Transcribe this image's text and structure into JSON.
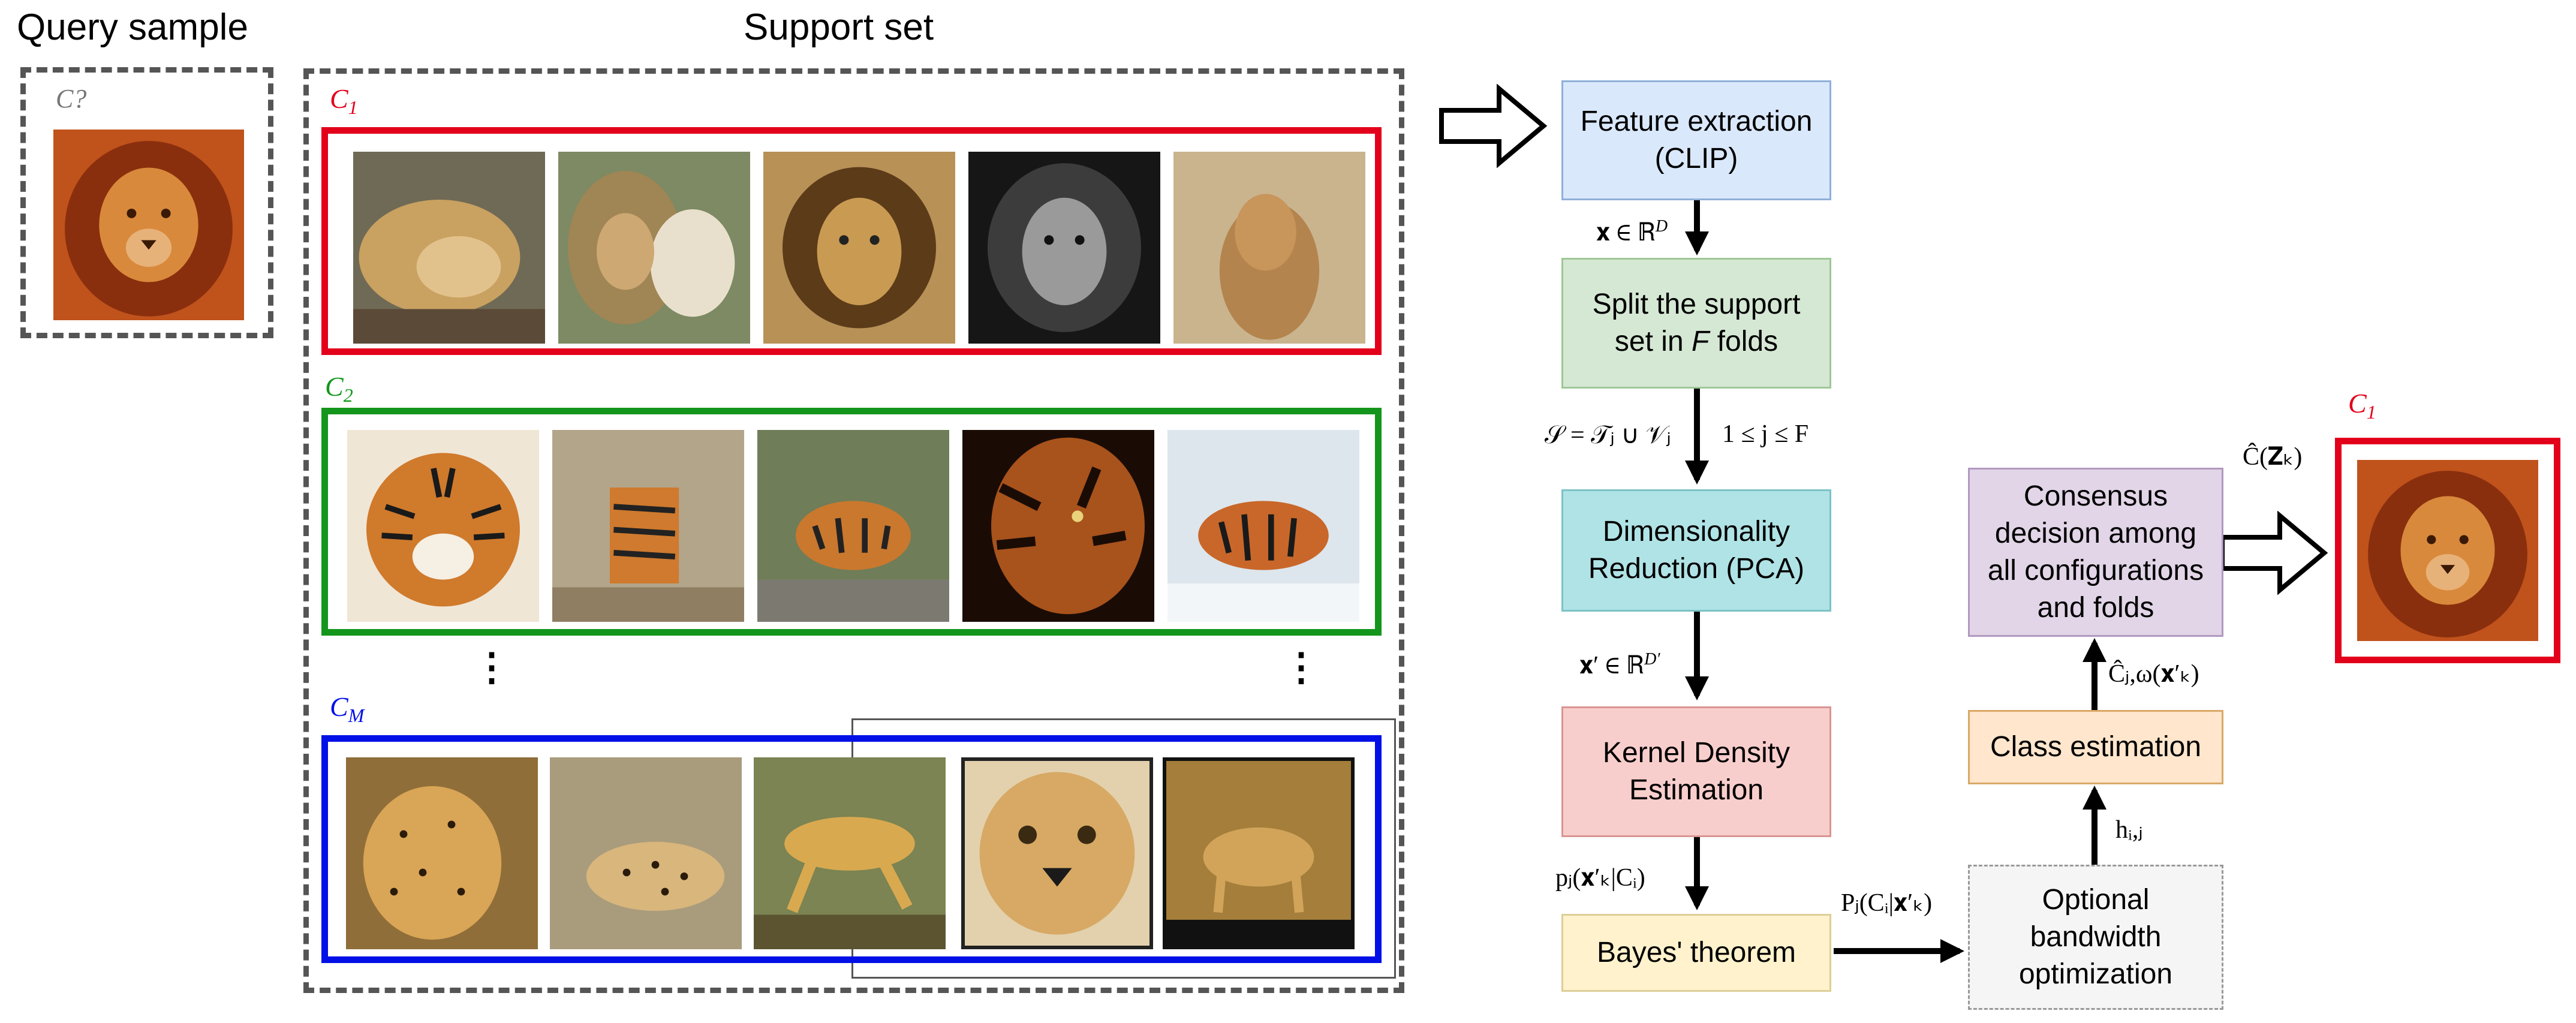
{
  "query": {
    "title": "Query sample",
    "label": "C?"
  },
  "support": {
    "title": "Support set",
    "rows": [
      {
        "label_main": "C",
        "label_sub": "1",
        "color": "#e3001b",
        "subjects": [
          "lion-sleeping",
          "lion-pair",
          "lion-roaring",
          "lion-bw",
          "lioness"
        ]
      },
      {
        "label_main": "C",
        "label_sub": "2",
        "color": "#13961b",
        "subjects": [
          "tiger-face",
          "tiger-cubs",
          "tiger-rocks",
          "tiger-closeup",
          "tiger-snow"
        ]
      },
      {
        "label_main": "C",
        "label_sub": "M",
        "color": "#0010e6",
        "subjects": [
          "cheetah-sitting",
          "cheetah-lying",
          "cheetah-running",
          "cheetah-face",
          "cheetah-grass"
        ]
      }
    ],
    "ellipsis_left": "⋮",
    "ellipsis_right": "⋮"
  },
  "pipeline": {
    "feature": [
      "Feature extraction",
      "(CLIP)"
    ],
    "split": [
      "Split the support",
      "set in",
      "F",
      "folds"
    ],
    "pca": [
      "Dimensionality",
      "Reduction (PCA)"
    ],
    "kde": [
      "Kernel Density",
      "Estimation"
    ],
    "bayes": [
      "Bayes' theorem"
    ],
    "optional": [
      "Optional",
      "bandwidth",
      "optimization"
    ],
    "class_est": [
      "Class estimation"
    ],
    "consensus": [
      "Consensus",
      "decision among",
      "all configurations",
      "and folds"
    ]
  },
  "math": {
    "x_in_rd": "𝐱 ∈ ℝ",
    "x_in_rd_sup": "D",
    "split_eq": "𝒮 = 𝒯ⱼ ∪ 𝒱ⱼ",
    "split_range": "1 ≤ j ≤ F",
    "xprime": "𝐱′ ∈ ℝ",
    "xprime_sup": "D′",
    "p_j": "pⱼ(𝐱′ₖ|Cᵢ)",
    "P_j": "Pⱼ(Cᵢ|𝐱′ₖ)",
    "h_ij": "hᵢ,ⱼ",
    "c_hat": "Ĉⱼ,ω(𝐱′ₖ)",
    "c_final": "Ĉ(𝐙ₖ)"
  },
  "output": {
    "label_main": "C",
    "label_sub": "1"
  },
  "colors": {
    "feature": "#dae8fc",
    "feature_border": "#8fb0d8",
    "split": "#d5e8d4",
    "split_border": "#9ec795",
    "pca": "#b0e3e6",
    "pca_border": "#7cc2c6",
    "kde": "#f8cecc",
    "kde_border": "#d99593",
    "bayes": "#fff2cc",
    "bayes_border": "#dccf97",
    "optional": "#f5f5f5",
    "optional_border": "#999999",
    "class_est": "#ffe6cc",
    "class_est_border": "#d9a867",
    "consensus": "#e1d5e7",
    "consensus_border": "#b198c0",
    "red": "#e3001b"
  }
}
